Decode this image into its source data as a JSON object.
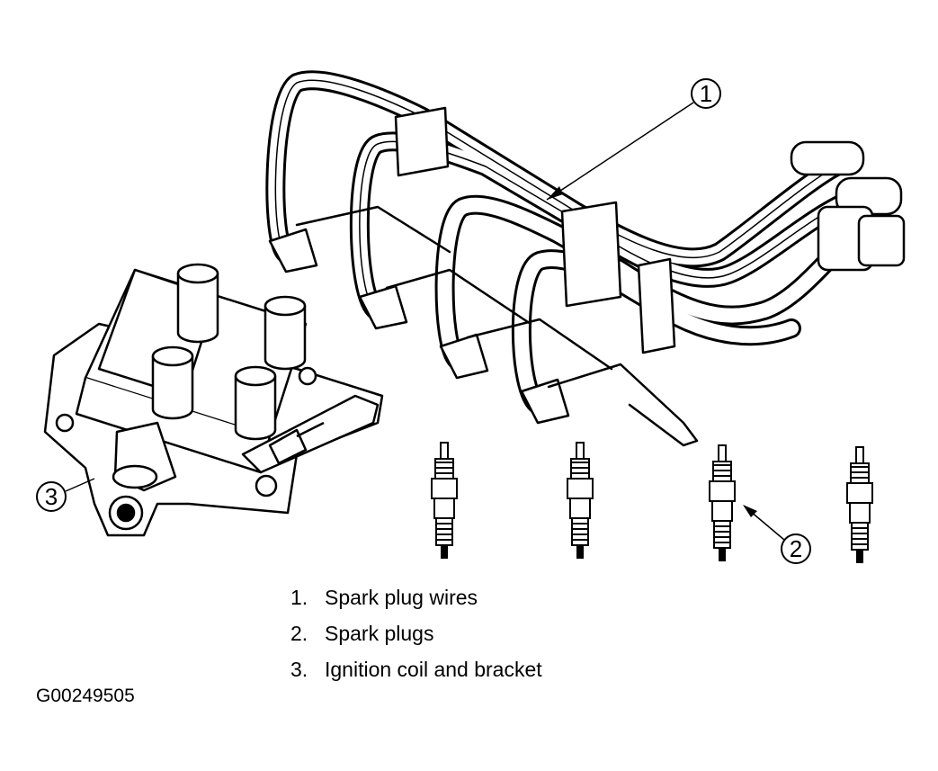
{
  "callouts": {
    "wires": "1",
    "plugs": "2",
    "coil": "3"
  },
  "legend": [
    {
      "number": "1.",
      "label": "Spark plug wires"
    },
    {
      "number": "2.",
      "label": "Spark plugs"
    },
    {
      "number": "3.",
      "label": "Ignition coil and bracket"
    }
  ],
  "figure_id": "G00249505"
}
